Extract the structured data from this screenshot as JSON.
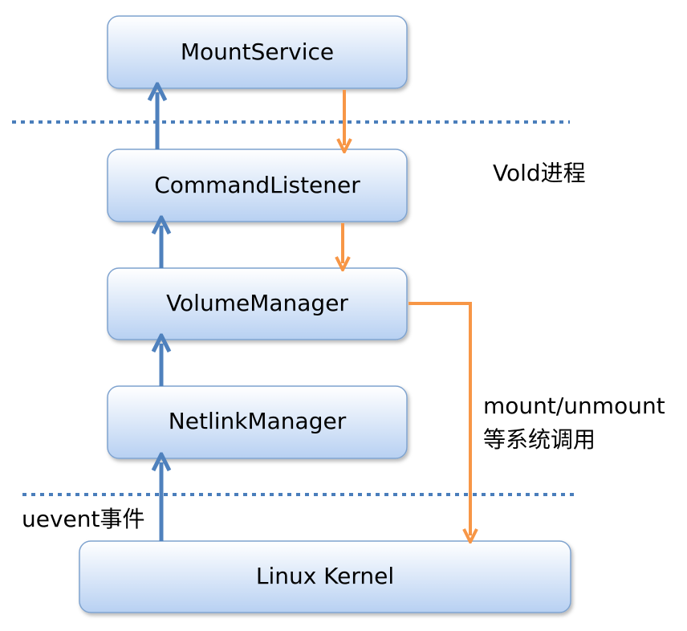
{
  "colors": {
    "box_top": "#ffffff",
    "box_bottom": "#b7d0f2",
    "box_border": "#7fa3cf",
    "separator": "#4a7ebb",
    "up_arrow": "#4f81bd",
    "down_arrow": "#f79646",
    "text": "#000000"
  },
  "boxes": {
    "mount_service": "MountService",
    "command_listener": "CommandListener",
    "volume_manager": "VolumeManager",
    "netlink_manager": "NetlinkManager",
    "linux_kernel": "Linux Kernel"
  },
  "labels": {
    "vold_process": "Vold进程",
    "syscall_line1": "mount/unmount",
    "syscall_line2": "等系统调用",
    "uevent": "uevent事件"
  }
}
